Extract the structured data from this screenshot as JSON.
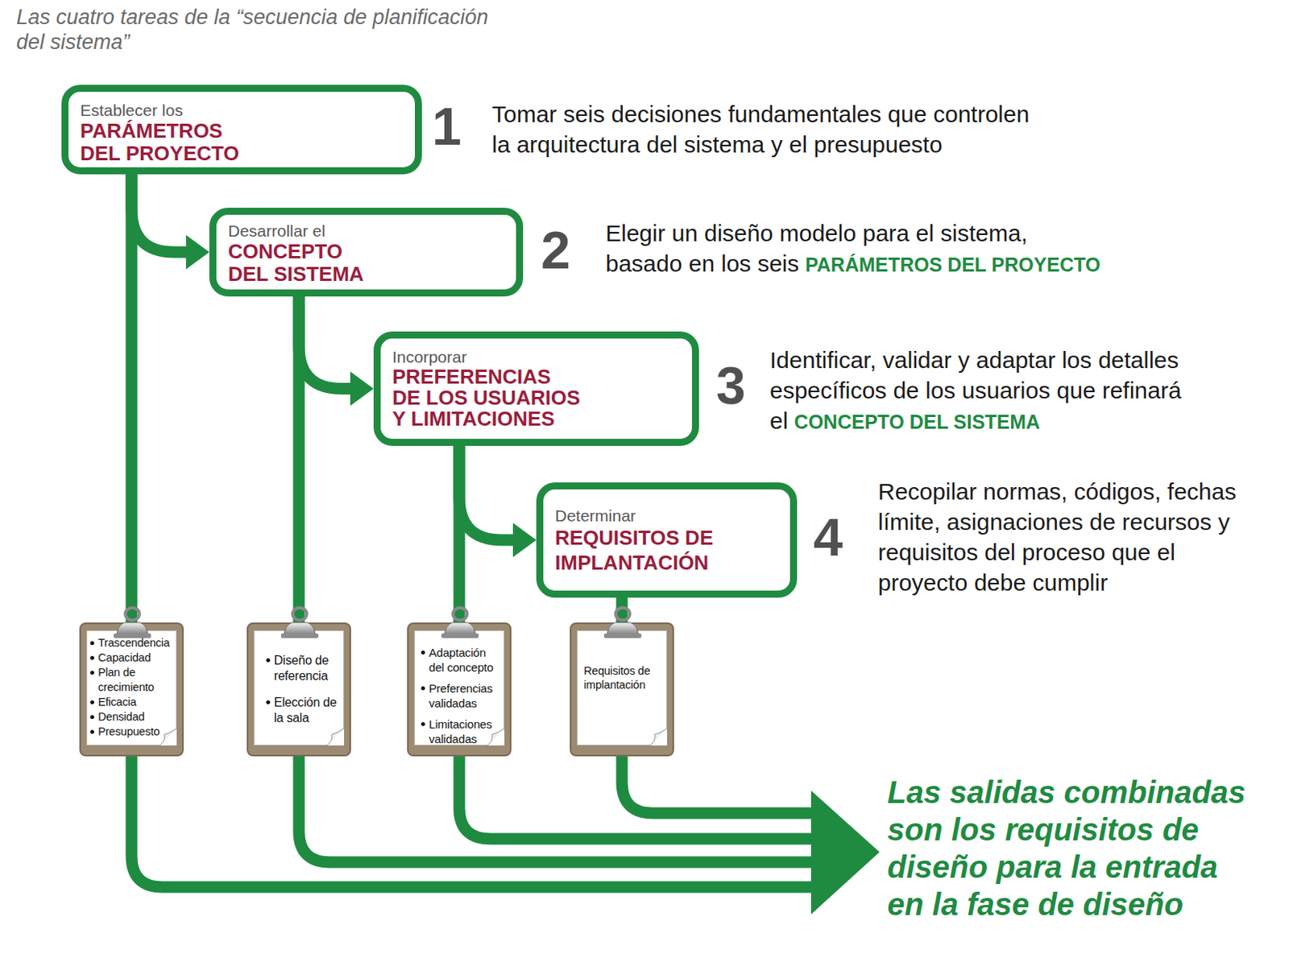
{
  "diagram": {
    "title": "Las cuatro tareas de la “secuencia de planificación del sistema”",
    "nodes": [
      {
        "text": [
          "Establecer los",
          "PARÁMETROS DEL PROYECTO"
        ]
      },
      {
        "text": [
          "Desarrollar el",
          "CONCEPTO DEL SISTEMA"
        ]
      },
      {
        "text": [
          "Incorporar",
          "PREFERENCIAS DE LOS USUARIOS Y LIMITACIONES"
        ]
      },
      {
        "text": [
          "Determinar",
          "REQUISITOS DE IMPLANTACIÓN"
        ]
      },
      {
        "text": [
          "Trascendencia",
          "Capacidad",
          "Plan de crecimiento",
          "Eficacia",
          "Densidad",
          "Presupuesto"
        ]
      },
      {
        "text": [
          "Diseño de referencia",
          "Elección de la sala"
        ]
      },
      {
        "text": [
          "Adaptación del concepto",
          "Preferencias validadas",
          "Limitaciones validadas"
        ]
      },
      {
        "text": [
          "Requisitos de implantación"
        ]
      }
    ],
    "edges": [
      {
        "from": 0,
        "to": 1,
        "arrow": "to"
      },
      {
        "from": 1,
        "to": 2,
        "arrow": "to"
      },
      {
        "from": 2,
        "to": 3,
        "arrow": "to"
      },
      {
        "from": 0,
        "to": 4,
        "arrow": "none"
      },
      {
        "from": 1,
        "to": 5,
        "arrow": "none"
      },
      {
        "from": 2,
        "to": 6,
        "arrow": "none"
      },
      {
        "from": 3,
        "to": 7,
        "arrow": "none"
      }
    ],
    "labels": [
      "1",
      "Tomar seis decisiones fundamentales que controlen la arquitectura del sistema y el presupuesto",
      "2",
      "Elegir un diseño modelo para el sistema, basado en los seis",
      "PARÁMETROS DEL PROYECTO",
      "3",
      "Identificar, validar y adaptar los detalles específicos de los usuarios que refinará el",
      "CONCEPTO DEL SISTEMA",
      "4",
      "Recopilar normas, códigos, fechas límite, asignaciones de recursos y requisitos del proceso que el proyecto debe cumplir",
      "Las salidas combinadas son los requisitos de diseño para la entrada en la fase de diseño"
    ]
  }
}
